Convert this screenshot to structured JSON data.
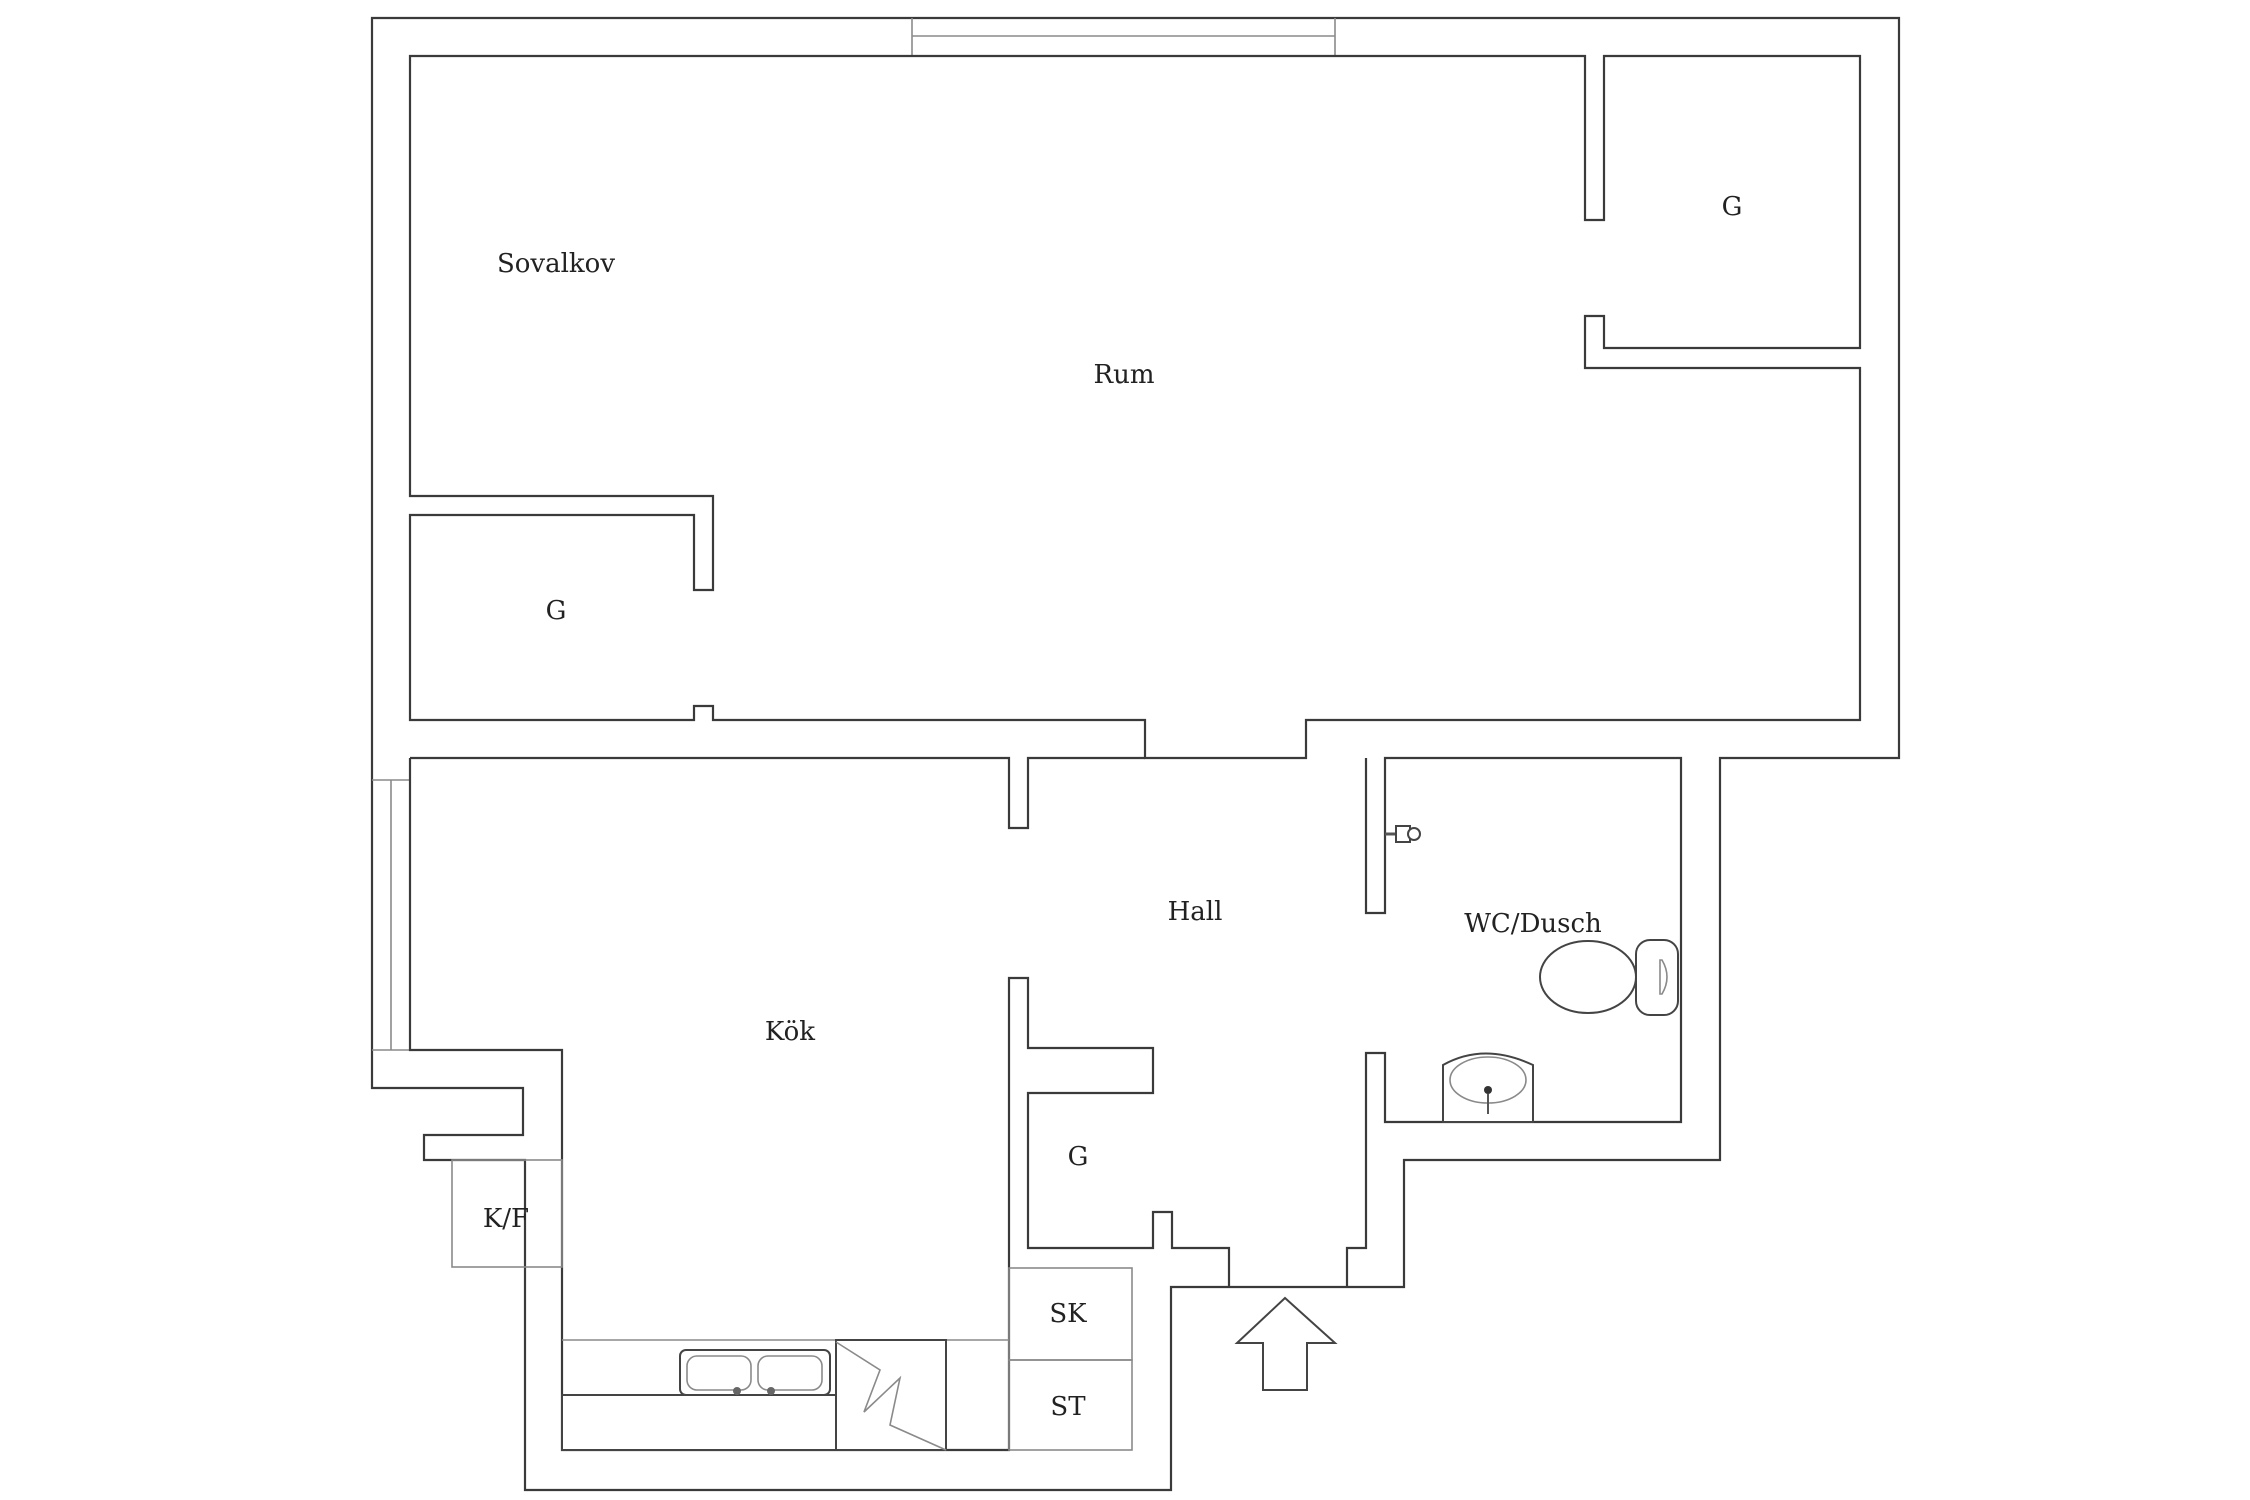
{
  "rooms": {
    "sovalkov": "Sovalkov",
    "rum": "Rum",
    "garderob_top": "G",
    "garderob_left": "G",
    "hall": "Hall",
    "wc": "WC/Dusch",
    "kok": "Kök",
    "kf": "K/F",
    "garderob_hall": "G",
    "sk": "SK",
    "st": "ST"
  },
  "icons": {
    "entrance": "entrance-arrow-icon",
    "sink": "double-sink-icon",
    "stove": "stove-icon",
    "toilet": "toilet-icon",
    "washbasin": "washbasin-icon",
    "shower": "shower-head-icon"
  }
}
